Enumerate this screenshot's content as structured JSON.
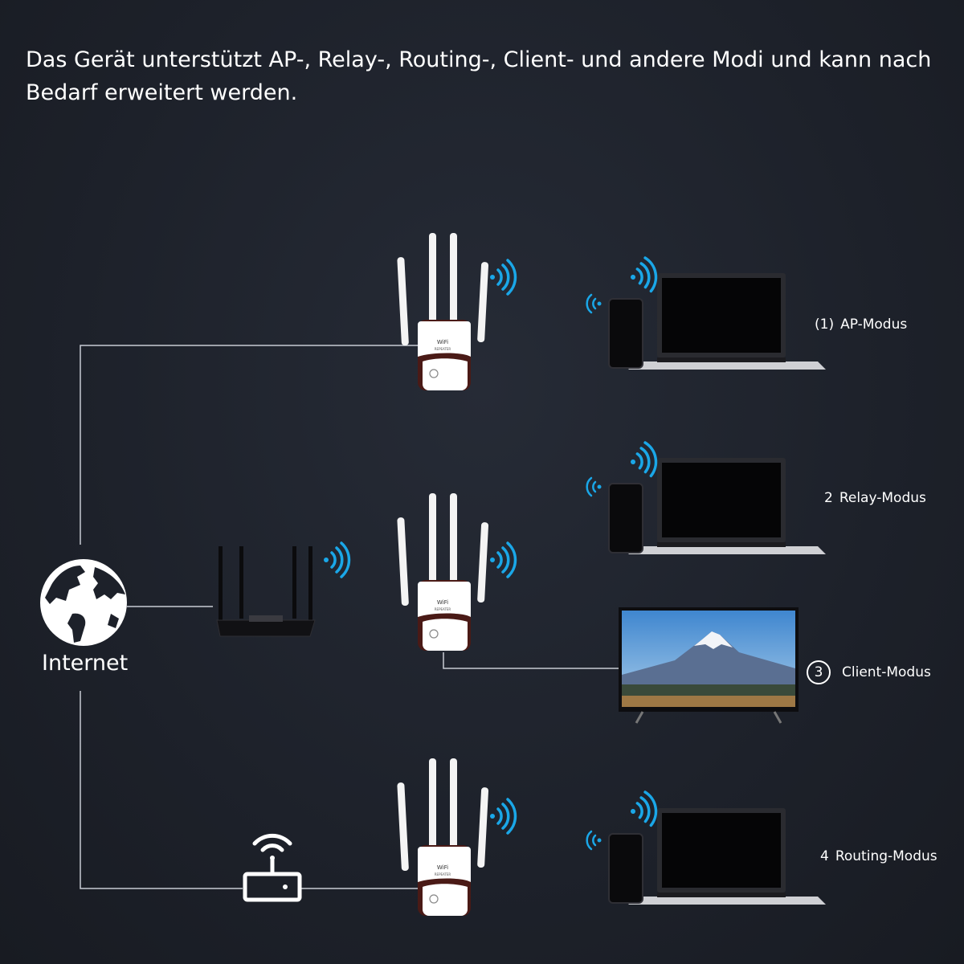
{
  "headline": "Das Gerät unterstützt AP-, Relay-, Routing-, Client- und andere Modi und kann nach Bedarf erweitert werden.",
  "internet_label": "Internet",
  "repeater_text": "WiFi",
  "repeater_subtext": "REPEATER",
  "modes": [
    {
      "num": "(1)",
      "label": "AP-Modus"
    },
    {
      "num": "2",
      "label": "Relay-Modus"
    },
    {
      "num": "3",
      "label": "Client-Modus"
    },
    {
      "num": "4",
      "label": "Routing-Modus"
    }
  ],
  "colors": {
    "background": "#1d212a",
    "line": "#c8ccd4",
    "wifi_signal": "#1aa7e8",
    "repeater_body": "#ffffff",
    "repeater_accent": "#4a1a16"
  }
}
